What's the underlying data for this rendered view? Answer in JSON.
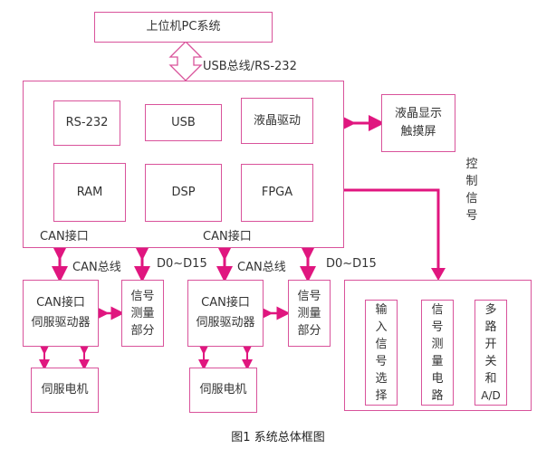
{
  "colors": {
    "border": "#d9539b",
    "arrow": "#e0167f",
    "text": "#333333"
  },
  "host": {
    "label": "上位机PC系统"
  },
  "host_link": {
    "label": "USB总线/RS-232"
  },
  "controller": {
    "modules": [
      {
        "label": "RS-232"
      },
      {
        "label": "USB"
      },
      {
        "label": "液晶驱动"
      },
      {
        "label": "RAM"
      },
      {
        "label": "DSP"
      },
      {
        "label": "FPGA"
      }
    ],
    "can_port_left": "CAN接口",
    "can_port_right": "CAN接口"
  },
  "lcd": {
    "line1": "液晶显示",
    "line2": "触摸屏"
  },
  "control_signal": {
    "chars": [
      "控",
      "制",
      "信",
      "号"
    ]
  },
  "bus_labels": {
    "can_bus_1": "CAN总线",
    "data_bus_1": "D0~D15",
    "can_bus_2": "CAN总线",
    "data_bus_2": "D0~D15"
  },
  "servo_units": [
    {
      "driver": {
        "line1": "CAN接口",
        "line2": "伺服驱动器"
      },
      "measure": {
        "chars": [
          "信号",
          "测量",
          "部分"
        ]
      },
      "motor": {
        "label": "伺服电机"
      }
    },
    {
      "driver": {
        "line1": "CAN接口",
        "line2": "伺服驱动器"
      },
      "measure": {
        "chars": [
          "信号",
          "测量",
          "部分"
        ]
      },
      "motor": {
        "label": "伺服电机"
      }
    }
  ],
  "io_block": {
    "columns": [
      {
        "chars": [
          "输",
          "入",
          "信",
          "号",
          "选",
          "择"
        ]
      },
      {
        "chars": [
          "信",
          "号",
          "测",
          "量",
          "电",
          "路"
        ]
      },
      {
        "chars": [
          "多",
          "路",
          "开",
          "关",
          "和",
          "A/D"
        ]
      }
    ]
  },
  "caption": "图1  系统总体框图"
}
